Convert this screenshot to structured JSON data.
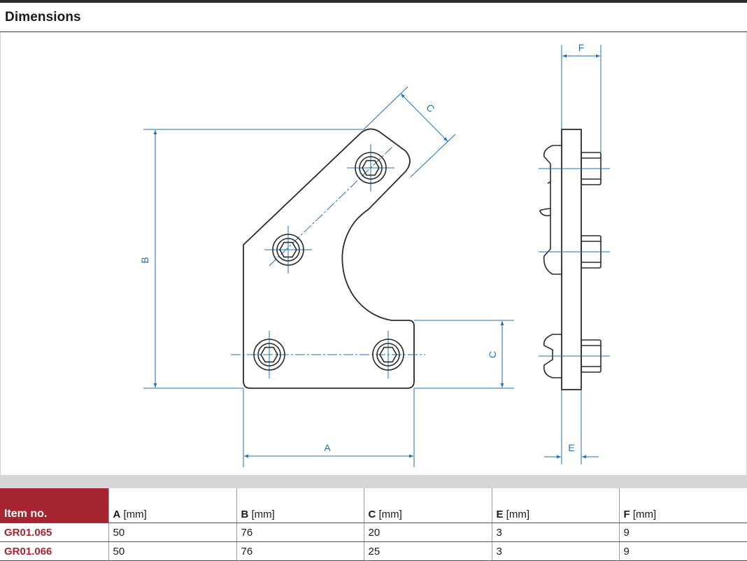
{
  "section": {
    "title": "Dimensions"
  },
  "drawing": {
    "labels": {
      "a": "A",
      "b": "B",
      "c": "C",
      "e": "E",
      "f": "F"
    },
    "line_color": "#1f6fb5",
    "part_color": "#2a2a2a"
  },
  "table": {
    "headers": [
      {
        "letter": "",
        "unit": "",
        "label": "Item no."
      },
      {
        "letter": "A",
        "unit": " [mm]"
      },
      {
        "letter": "B",
        "unit": " [mm]"
      },
      {
        "letter": "C",
        "unit": " [mm]"
      },
      {
        "letter": "E",
        "unit": " [mm]"
      },
      {
        "letter": "F",
        "unit": " [mm]"
      }
    ],
    "rows": [
      {
        "item": "GR01.065",
        "a": "50",
        "b": "76",
        "c": "20",
        "e": "3",
        "f": "9"
      },
      {
        "item": "GR01.066",
        "a": "50",
        "b": "76",
        "c": "25",
        "e": "3",
        "f": "9"
      }
    ],
    "accent_color": "#a72431"
  }
}
